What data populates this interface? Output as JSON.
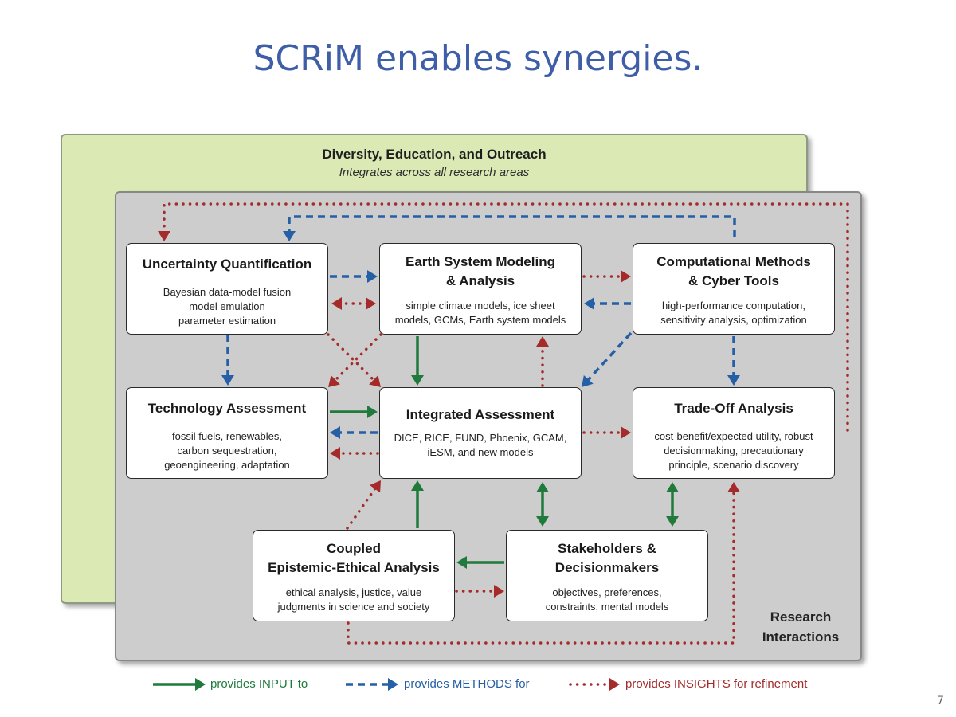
{
  "slide": {
    "title": "SCRiM enables synergies.",
    "page_number": "7"
  },
  "outreach": {
    "title": "Diversity, Education, and Outreach",
    "subtitle": "Integrates across all research areas"
  },
  "boxes": {
    "uq": {
      "title": "Uncertainty Quantification",
      "desc": [
        "Bayesian data-model fusion",
        "model emulation",
        "parameter estimation"
      ]
    },
    "esm": {
      "title": [
        "Earth System Modeling",
        "& Analysis"
      ],
      "desc": [
        "simple climate models, ice sheet",
        "models, GCMs, Earth system models"
      ]
    },
    "cm": {
      "title": [
        "Computational Methods",
        "& Cyber Tools"
      ],
      "desc": [
        "high-performance computation,",
        "sensitivity analysis, optimization"
      ]
    },
    "ta": {
      "title": "Technology Assessment",
      "desc": [
        "fossil fuels, renewables,",
        "carbon sequestration,",
        "geoengineering, adaptation"
      ]
    },
    "ia": {
      "title": "Integrated Assessment",
      "desc": [
        "DICE, RICE, FUND, Phoenix, GCAM,",
        "iESM, and new models"
      ]
    },
    "toa": {
      "title": "Trade-Off Analysis",
      "desc": [
        "cost-benefit/expected utility, robust",
        "decisionmaking, precautionary",
        "principle, scenario discovery"
      ]
    },
    "ceea": {
      "title": [
        "Coupled",
        "Epistemic-Ethical Analysis"
      ],
      "desc": [
        "ethical analysis, justice, value",
        "judgments in science and society"
      ]
    },
    "sd": {
      "title": [
        "Stakeholders &",
        "Decisionmakers"
      ],
      "desc": [
        "objectives, preferences,",
        "constraints, mental models"
      ]
    }
  },
  "research_label": [
    "Research",
    "Interactions"
  ],
  "legend": {
    "input": "provides INPUT to",
    "methods": "provides METHODS for",
    "insights": "provides INSIGHTS for refinement"
  },
  "colors": {
    "input": "#1f7a3c",
    "methods": "#255fa5",
    "insights": "#a52a2a"
  }
}
